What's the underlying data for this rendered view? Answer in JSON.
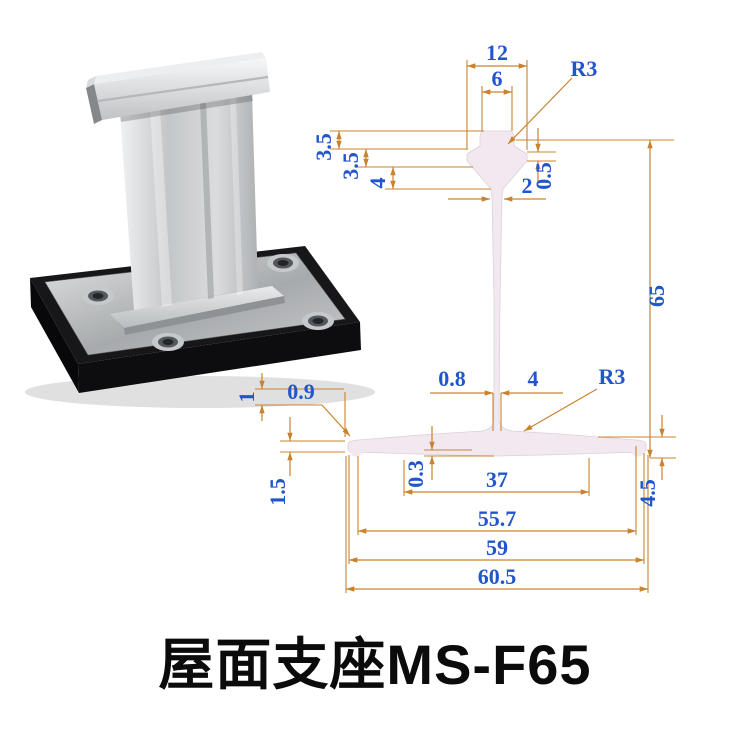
{
  "title": {
    "text": "屋面支座MS-F65"
  },
  "colors": {
    "dimension_line": "#c9832e",
    "dimension_text": "#2155cc",
    "profile_fill": "#f2e8f0",
    "title_text": "#0b0b0b",
    "base_black": "#121214",
    "metal_gray": "#c3c6c8"
  },
  "drawing": {
    "dims": {
      "d12": "12",
      "d6": "6",
      "r3_top": "R3",
      "d35_a": "3.5",
      "d35_b": "3.5",
      "d4_head": "4",
      "d05": "0.5",
      "d2": "2",
      "d65": "65",
      "d08": "0.8",
      "d4_web": "4",
      "r3_bottom": "R3",
      "d1": "1",
      "d09": "0.9",
      "d15": "1.5",
      "d03": "0.3",
      "d37": "37",
      "d557": "55.7",
      "d59": "59",
      "d605": "60.5",
      "d45": "4.5"
    }
  }
}
